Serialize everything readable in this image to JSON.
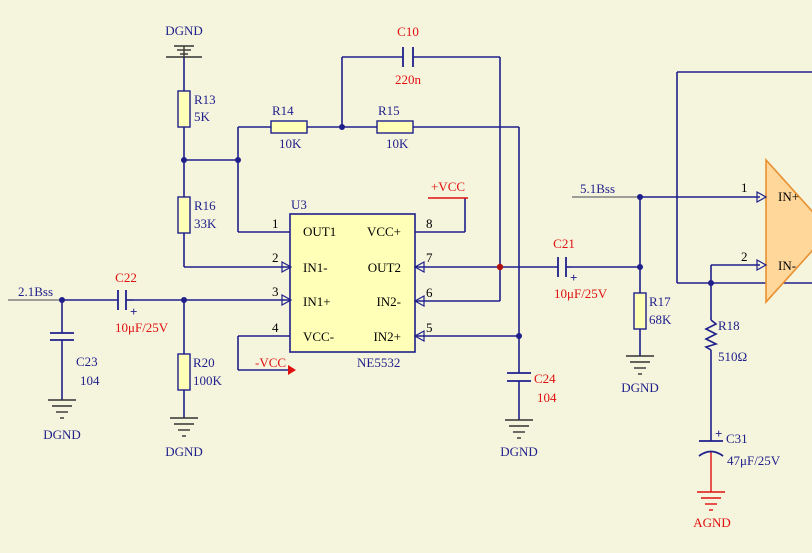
{
  "colors": {
    "background": "#F5F4DC",
    "wire": "#1F1F8C",
    "designator": "#1F1F8C",
    "value_red": "#E01010",
    "power_red": "#E01010",
    "net_label": "#1F1F8C",
    "body_fill": "#FFFFB8",
    "amp_fill": "#FFD79A",
    "junction_red": "#B01010"
  },
  "ground_labels": {
    "dgnd_top": "DGND",
    "dgnd_c23": "DGND",
    "dgnd_r20": "DGND",
    "dgnd_c24": "DGND",
    "dgnd_r17": "DGND",
    "agnd": "AGND"
  },
  "power": {
    "plus_vcc": "+VCC",
    "minus_vcc": "-VCC"
  },
  "net_labels": {
    "input": "2.1Bss",
    "output": "5.1Bss"
  },
  "components": {
    "R13": {
      "ref": "R13",
      "value": "5K"
    },
    "R14": {
      "ref": "R14",
      "value": "10K"
    },
    "R15": {
      "ref": "R15",
      "value": "10K"
    },
    "R16": {
      "ref": "R16",
      "value": "33K"
    },
    "R17": {
      "ref": "R17",
      "value": "68K"
    },
    "R18": {
      "ref": "R18",
      "value": "510Ω"
    },
    "R20": {
      "ref": "R20",
      "value": "100K"
    },
    "C10": {
      "ref": "C10",
      "value": "220n"
    },
    "C21": {
      "ref": "C21",
      "value": "10μF/25V"
    },
    "C22": {
      "ref": "C22",
      "value": "10μF/25V"
    },
    "C23": {
      "ref": "C23",
      "value": "104"
    },
    "C24": {
      "ref": "C24",
      "value": "104"
    },
    "C31": {
      "ref": "C31",
      "value": "47μF/25V"
    }
  },
  "ic": {
    "ref": "U3",
    "part": "NE5532",
    "pins": [
      {
        "num": "1",
        "name": "OUT1"
      },
      {
        "num": "2",
        "name": "IN1-"
      },
      {
        "num": "3",
        "name": "IN1+"
      },
      {
        "num": "4",
        "name": "VCC-"
      },
      {
        "num": "5",
        "name": "IN2+"
      },
      {
        "num": "6",
        "name": "IN2-"
      },
      {
        "num": "7",
        "name": "OUT2"
      },
      {
        "num": "8",
        "name": "VCC+"
      }
    ]
  },
  "amp": {
    "pins": [
      {
        "num": "1",
        "name": "IN+"
      },
      {
        "num": "2",
        "name": "IN-"
      }
    ]
  }
}
